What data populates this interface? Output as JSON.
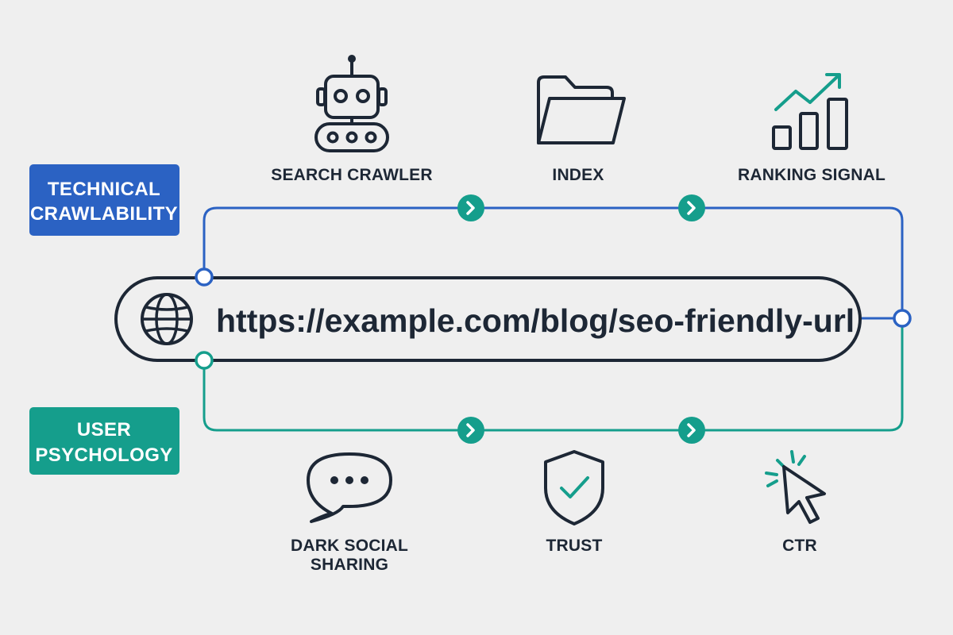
{
  "url_bar": {
    "url": "https://example.com/blog/seo-friendly-url",
    "icon": "globe-icon"
  },
  "badges": {
    "technical": [
      "TECHNICAL",
      "CRAWLABILITY"
    ],
    "user": [
      "USER",
      "PSYCHOLOGY"
    ]
  },
  "nodes": {
    "crawler": {
      "label": "SEARCH CRAWLER",
      "icon": "robot-icon"
    },
    "index": {
      "label": "INDEX",
      "icon": "folder-icon"
    },
    "ranking": {
      "label": "RANKING SIGNAL",
      "icon": "growth-chart-icon"
    },
    "dark_social": {
      "label": [
        "DARK SOCIAL",
        "SHARING"
      ],
      "icon": "chat-bubble-icon"
    },
    "trust": {
      "label": "TRUST",
      "icon": "shield-check-icon"
    },
    "ctr": {
      "label": "CTR",
      "icon": "cursor-click-icon"
    }
  },
  "colors": {
    "background": "#efefef",
    "blue": "#2b62c3",
    "teal": "#159e8c",
    "dark": "#1d2735"
  }
}
